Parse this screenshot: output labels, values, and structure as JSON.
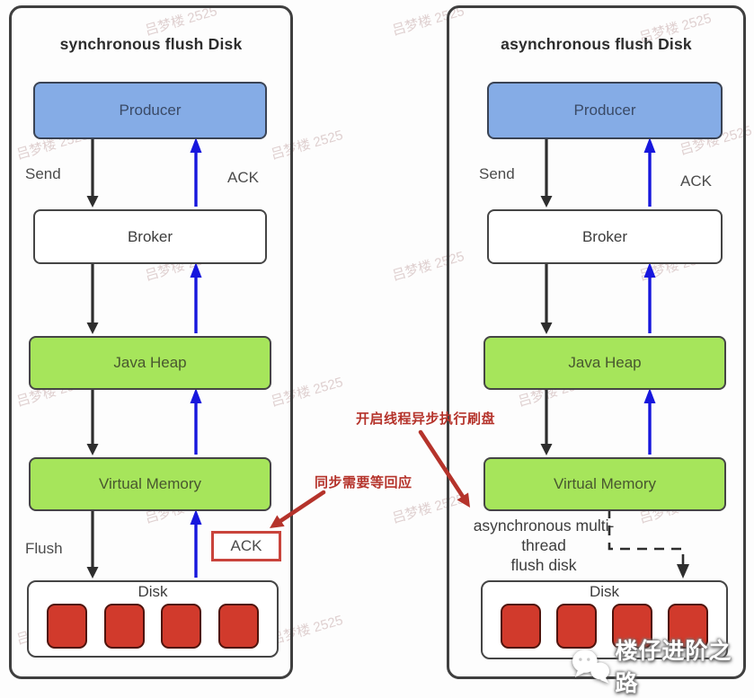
{
  "colors": {
    "panel_border": "#3f3f3f",
    "box_border": "#454545",
    "producer_fill": "#85ace6",
    "producer_border": "#3a4354",
    "green_fill": "#a6e55b",
    "chip_fill": "#d13a2c",
    "chip_border": "#4f140d",
    "blue_arrow": "#1717dd",
    "black_arrow": "#2e2e2e",
    "red_annotation": "#b5332b",
    "ack_box_border": "#c9443c",
    "watermark": "rgba(193,163,163,0.5)",
    "text_dark": "#3c3c3c",
    "producer_text": "#3a4a66",
    "green_text": "#48572f"
  },
  "left_panel": {
    "title": "synchronous flush Disk",
    "producer": "Producer",
    "broker": "Broker",
    "java_heap": "Java Heap",
    "virtual_memory": "Virtual Memory",
    "disk": "Disk",
    "send_label": "Send",
    "ack_label": "ACK",
    "flush_label": "Flush",
    "ack_box_label": "ACK"
  },
  "right_panel": {
    "title": "asynchronous flush Disk",
    "producer": "Producer",
    "broker": "Broker",
    "java_heap": "Java Heap",
    "virtual_memory": "Virtual Memory",
    "disk": "Disk",
    "send_label": "Send",
    "ack_label": "ACK",
    "async_note": [
      "asynchronous multi-",
      "thread",
      "flush disk"
    ]
  },
  "annotations": {
    "async_flush_note": "开启线程异步执行刷盘",
    "sync_wait_note": "同步需要等回应"
  },
  "watermark": {
    "text": "吕梦楼 2525"
  },
  "brand": {
    "text": "楼仔进阶之路"
  }
}
